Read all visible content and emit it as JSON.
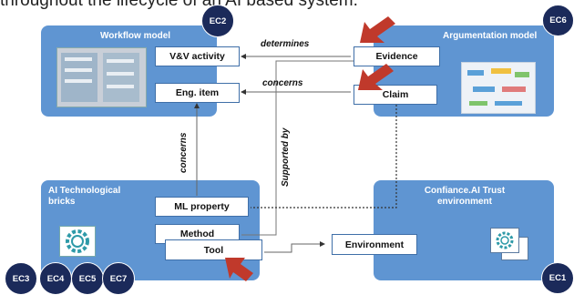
{
  "header_text": "throughout the lifecycle of an AI based system.",
  "panels": {
    "workflow": {
      "title": "Workflow model"
    },
    "argumentation": {
      "title": "Argumentation model"
    },
    "ai_bricks": {
      "title": "AI Technological bricks"
    },
    "confiance": {
      "title": "Confiance.AI Trust environment"
    }
  },
  "boxes": {
    "vv_activity": "V&V activity",
    "eng_item": "Eng. item",
    "evidence": "Evidence",
    "claim": "Claim",
    "ml_property": "ML property",
    "method": "Method",
    "tool": "Tool",
    "environment": "Environment"
  },
  "relations": {
    "determines": "determines",
    "concerns_top": "concerns",
    "concerns_left": "concerns",
    "supported_by": "Supported by"
  },
  "badges": [
    "EC2",
    "EC6",
    "EC3",
    "EC4",
    "EC5",
    "EC7",
    "EC1"
  ],
  "colors": {
    "panel": "#5f95d2",
    "badge": "#1b2a5a",
    "arrow_accent": "#c0392b"
  }
}
